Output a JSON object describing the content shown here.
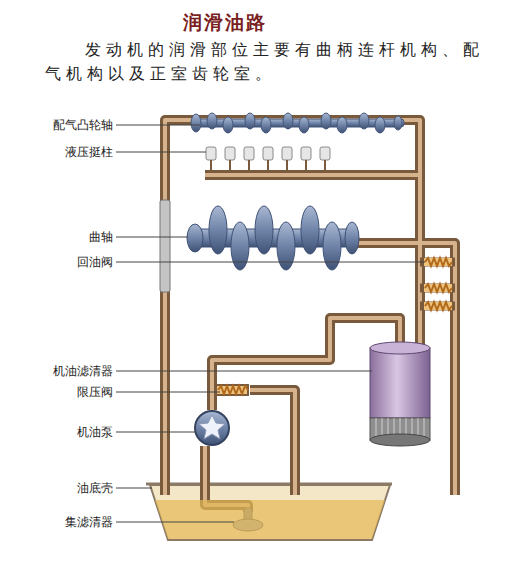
{
  "diagram": {
    "title": "润滑油路",
    "caption": "发动机的润滑部位主要有曲柄连杆机构、配气机构以及正室齿轮室。",
    "labels": [
      "配气凸轮轴",
      "液压挺柱",
      "曲轴",
      "回油阀",
      "机油滤清器",
      "限压阀",
      "机油泵",
      "油底壳",
      "集滤清器"
    ]
  }
}
